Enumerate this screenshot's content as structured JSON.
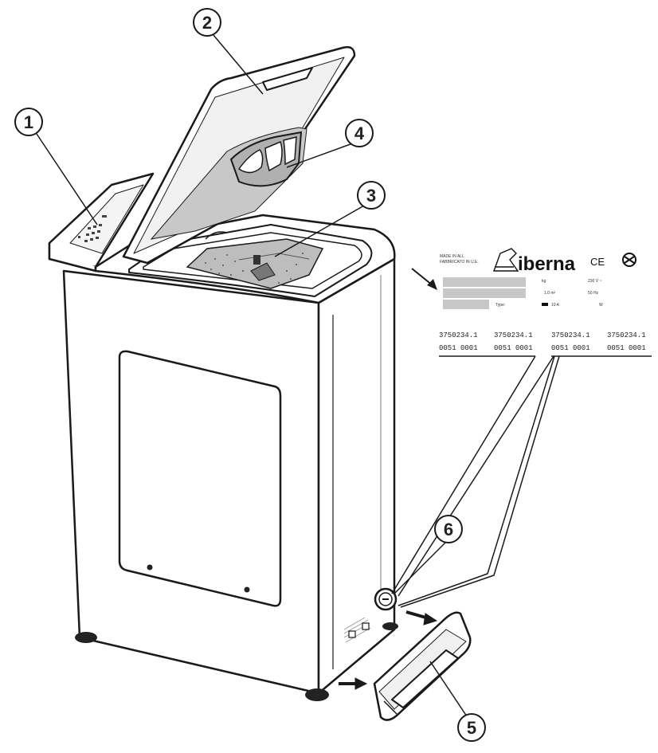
{
  "callouts": [
    {
      "id": "1",
      "label": "1"
    },
    {
      "id": "2",
      "label": "2"
    },
    {
      "id": "3",
      "label": "3"
    },
    {
      "id": "4",
      "label": "4"
    },
    {
      "id": "5",
      "label": "5"
    },
    {
      "id": "6",
      "label": "6"
    }
  ],
  "rating_plate": {
    "maker_line1": "MADE IN ALL",
    "maker_line2": "FABBRICATO IN U.E.",
    "brand": "iberna",
    "ce_mark": "CE",
    "kg_label": "kg",
    "voltage": "230 V ~",
    "pressure": "1.0 m²",
    "frequency": "50 Hz",
    "type_label": "Type:",
    "current": "10 A",
    "watt_label": "W"
  },
  "serials": [
    {
      "top": "3750234.1",
      "bottom": "0051 0001"
    },
    {
      "top": "3750234.1",
      "bottom": "0051 0001"
    },
    {
      "top": "3750234.1",
      "bottom": "0051 0001"
    },
    {
      "top": "3750234.1",
      "bottom": "0051 0001"
    }
  ],
  "colors": {
    "line": "#1a1a1a",
    "gray_fill": "#c8c8c8",
    "light_fill": "#efefef"
  }
}
